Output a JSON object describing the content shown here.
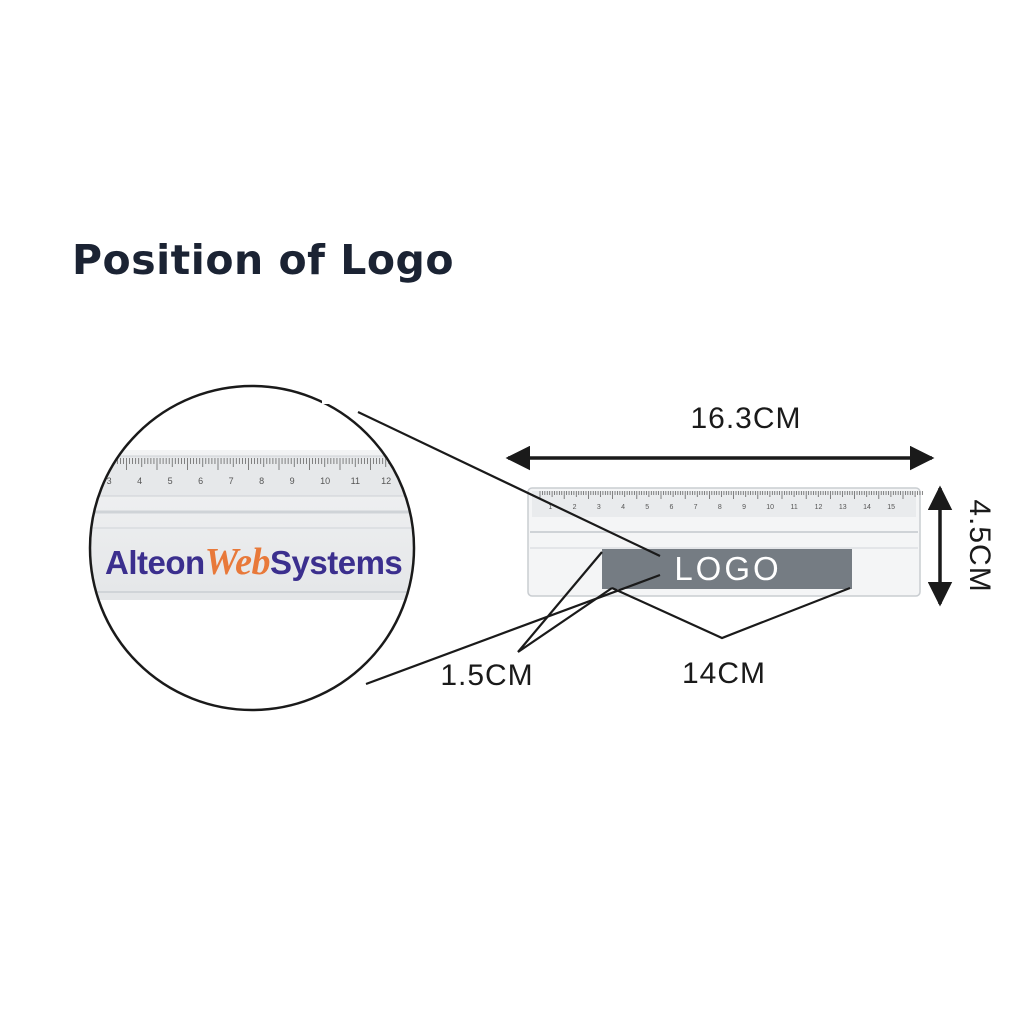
{
  "title": "Position of Logo",
  "dimensions": {
    "length": "16.3CM",
    "width": "4.5CM",
    "logo_height": "1.5CM",
    "logo_length": "14CM"
  },
  "logo_placeholder": "LOGO",
  "ruler": {
    "scale_large": [
      "1",
      "2",
      "3",
      "4",
      "5",
      "6",
      "7",
      "8",
      "9",
      "10",
      "11",
      "12",
      "13",
      "14",
      "15"
    ],
    "scale_zoom": [
      "3",
      "4",
      "5",
      "6",
      "7",
      "8",
      "9",
      "10",
      "11",
      "12"
    ]
  },
  "sample_logo": {
    "part1": "Alteon",
    "part2": "Web",
    "part3": "Systems"
  },
  "colors": {
    "brand_blue": "#3b2f8e",
    "brand_orange": "#e8793a",
    "logo_band": "#757c83",
    "arrow": "#1a1a1a"
  }
}
